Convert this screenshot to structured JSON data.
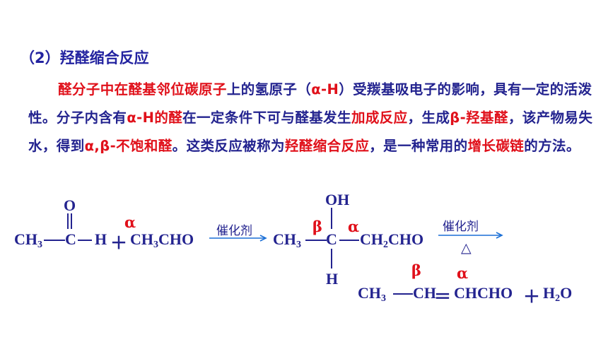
{
  "heading": "（2）羟醛缩合反应",
  "paragraph": [
    {
      "t": "醛分子中在",
      "c": "red"
    },
    {
      "t": "醛基邻位碳原子",
      "c": "red2"
    },
    {
      "t": "上的氢原子（",
      "c": "blue"
    },
    {
      "t": "α-H",
      "c": "red"
    },
    {
      "t": "）受羰基吸电子的影响，具有一定的活泼性。分子内含有",
      "c": "blue"
    },
    {
      "t": "α-H的醛",
      "c": "red"
    },
    {
      "t": "在一定条件下可与醛基发生",
      "c": "blue"
    },
    {
      "t": "加成反应",
      "c": "red"
    },
    {
      "t": "，生成",
      "c": "blue"
    },
    {
      "t": "β-羟基醛",
      "c": "red"
    },
    {
      "t": "，该产物易失水，得到",
      "c": "blue"
    },
    {
      "t": "α,β-不饱和醛",
      "c": "red"
    },
    {
      "t": "。这类反应被称为",
      "c": "blue"
    },
    {
      "t": "羟醛缩合反应",
      "c": "red"
    },
    {
      "t": "，是一种常用的",
      "c": "blue"
    },
    {
      "t": "增长碳链",
      "c": "red"
    },
    {
      "t": "的方法。",
      "c": "blue"
    }
  ],
  "reaction": {
    "reactant1": {
      "o": "O",
      "ch3": "CH",
      "ch3_sub": "3",
      "c": "C",
      "h": "H"
    },
    "plus": "＋",
    "reactant2": {
      "text": "CH",
      "sub": "3",
      "rest": "CHO"
    },
    "alpha": "α",
    "beta": "β",
    "catalyst": "催化剂",
    "heat": "△",
    "intermediate": {
      "oh": "OH",
      "ch3": "CH",
      "ch3_sub": "3",
      "c": "C",
      "h": "H",
      "ch2": "CH",
      "ch2_sub": "2",
      "cho": "CHO"
    },
    "product": {
      "ch3": "CH",
      "ch3_sub": "3",
      "ch": "CH",
      "dbl": "＝",
      "rest": "CHCHO",
      "plus": "＋",
      "h2o": "H",
      "h2o_sub": "2",
      "h2o_o": "O"
    }
  },
  "colors": {
    "blue": "#23238f",
    "red": "#e0101a",
    "arrow": "#1a6fd6"
  }
}
